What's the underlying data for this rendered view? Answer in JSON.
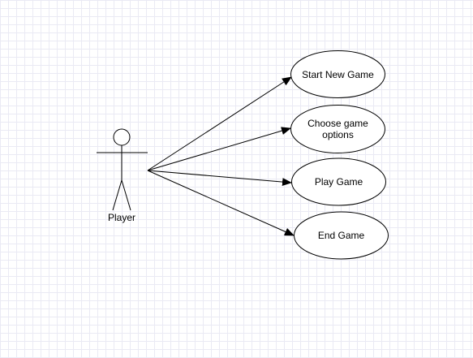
{
  "actor": {
    "label": "Player",
    "icon": "stick-figure-icon"
  },
  "use_cases": [
    {
      "id": "start-new-game",
      "lines": [
        "Start New Game"
      ]
    },
    {
      "id": "choose-game-options",
      "lines": [
        "Choose game",
        "options"
      ]
    },
    {
      "id": "play-game",
      "lines": [
        "Play Game"
      ]
    },
    {
      "id": "end-game",
      "lines": [
        "End Game"
      ]
    }
  ],
  "associations": [
    {
      "from": "actor",
      "to": "start-new-game"
    },
    {
      "from": "actor",
      "to": "choose-game-options"
    },
    {
      "from": "actor",
      "to": "play-game"
    },
    {
      "from": "actor",
      "to": "end-game"
    }
  ],
  "colors": {
    "stroke": "#000000",
    "fill": "#ffffff",
    "grid": "#eaeaf4"
  }
}
